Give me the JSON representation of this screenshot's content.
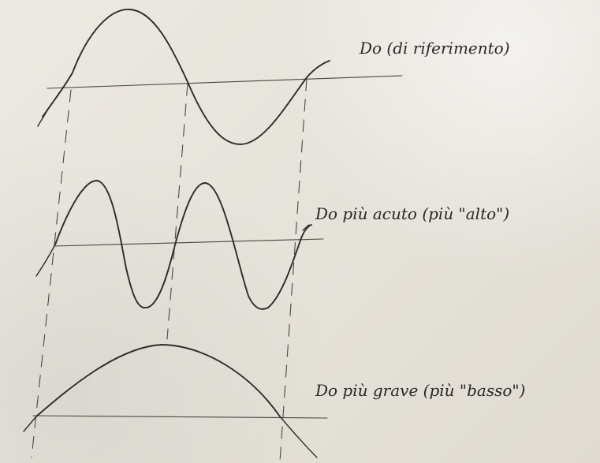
{
  "labels": {
    "reference": "Do (di riferimento)",
    "higher": "Do più acuto (più \"alto\")",
    "lower": "Do più grave (più \"basso\")"
  },
  "colors": {
    "paper": "#e9e6df",
    "ink": "#2e2b28",
    "pencil": "#4a4742"
  }
}
